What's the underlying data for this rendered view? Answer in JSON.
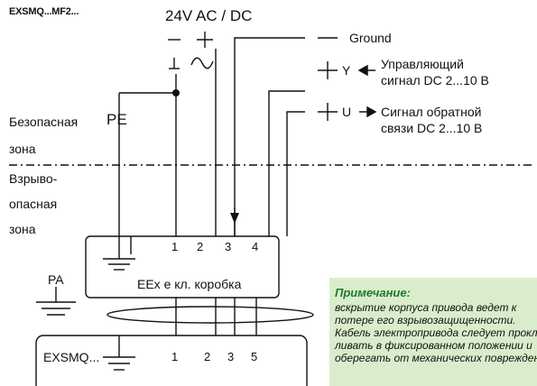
{
  "header": {
    "model": "EXSMQ...MF2..."
  },
  "supply": {
    "label": "24V AC / DC",
    "dc_label": "_ +",
    "ac_label": "⊥ ∿"
  },
  "signals": {
    "ground": "Ground",
    "y_letter": "Y",
    "y_text_1": "Управляющий",
    "y_text_2": "сигнал DC 2...10 В",
    "u_letter": "U",
    "u_text_1": "Сигнал обратной",
    "u_text_2": "связи DC 2...10 В"
  },
  "zones": {
    "safe_1": "Безопасная",
    "safe_pe": "PE",
    "safe_2": "зона",
    "hazard_1": "Взрыво-",
    "hazard_2": "опасная",
    "hazard_3": "зона"
  },
  "junction_box": {
    "label": "EEx e кл. коробка",
    "pins": [
      "1",
      "2",
      "3",
      "4"
    ]
  },
  "pa_label": "PA",
  "actuator": {
    "label": "EXSMQ...",
    "pins": [
      "1",
      "2",
      "3",
      "5"
    ]
  },
  "note": {
    "title": "Примечание:",
    "lines": [
      "вскрытие корпуса привода ведет к",
      "потере его взрывозащищенности.",
      "Кабель электропривода следует прокладывать",
      "ливать в фиксированном положении и",
      "оберегать от механических повреждений."
    ]
  },
  "colors": {
    "line": "#111111",
    "note_bg": "#d9edcc",
    "note_title": "#1f7a2c"
  }
}
